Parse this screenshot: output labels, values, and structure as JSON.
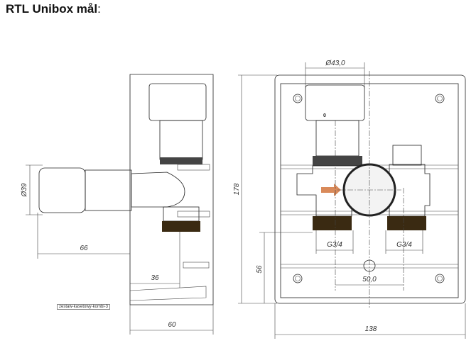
{
  "title": {
    "text": "RTL Unibox mål",
    "colon": ":"
  },
  "caption": "zestaw-kasetowy-kombi-3",
  "side_view": {
    "dims": {
      "diameter_head": "Ø39",
      "head_length": "66",
      "outlet_depth": "36",
      "box_depth": "60"
    }
  },
  "front_view": {
    "knob_label": "0",
    "dims": {
      "knob_diameter": "Ø43,0",
      "height": "178",
      "outlet_height": "56",
      "thread_left": "G3/4",
      "thread_right": "G3/4",
      "outlet_spacing": "50,0",
      "width": "138"
    }
  },
  "colors": {
    "brass": "#d9a23a",
    "brass_dark": "#a8741c",
    "knob": "#ecebd8",
    "arrow": "#d98a5a"
  }
}
